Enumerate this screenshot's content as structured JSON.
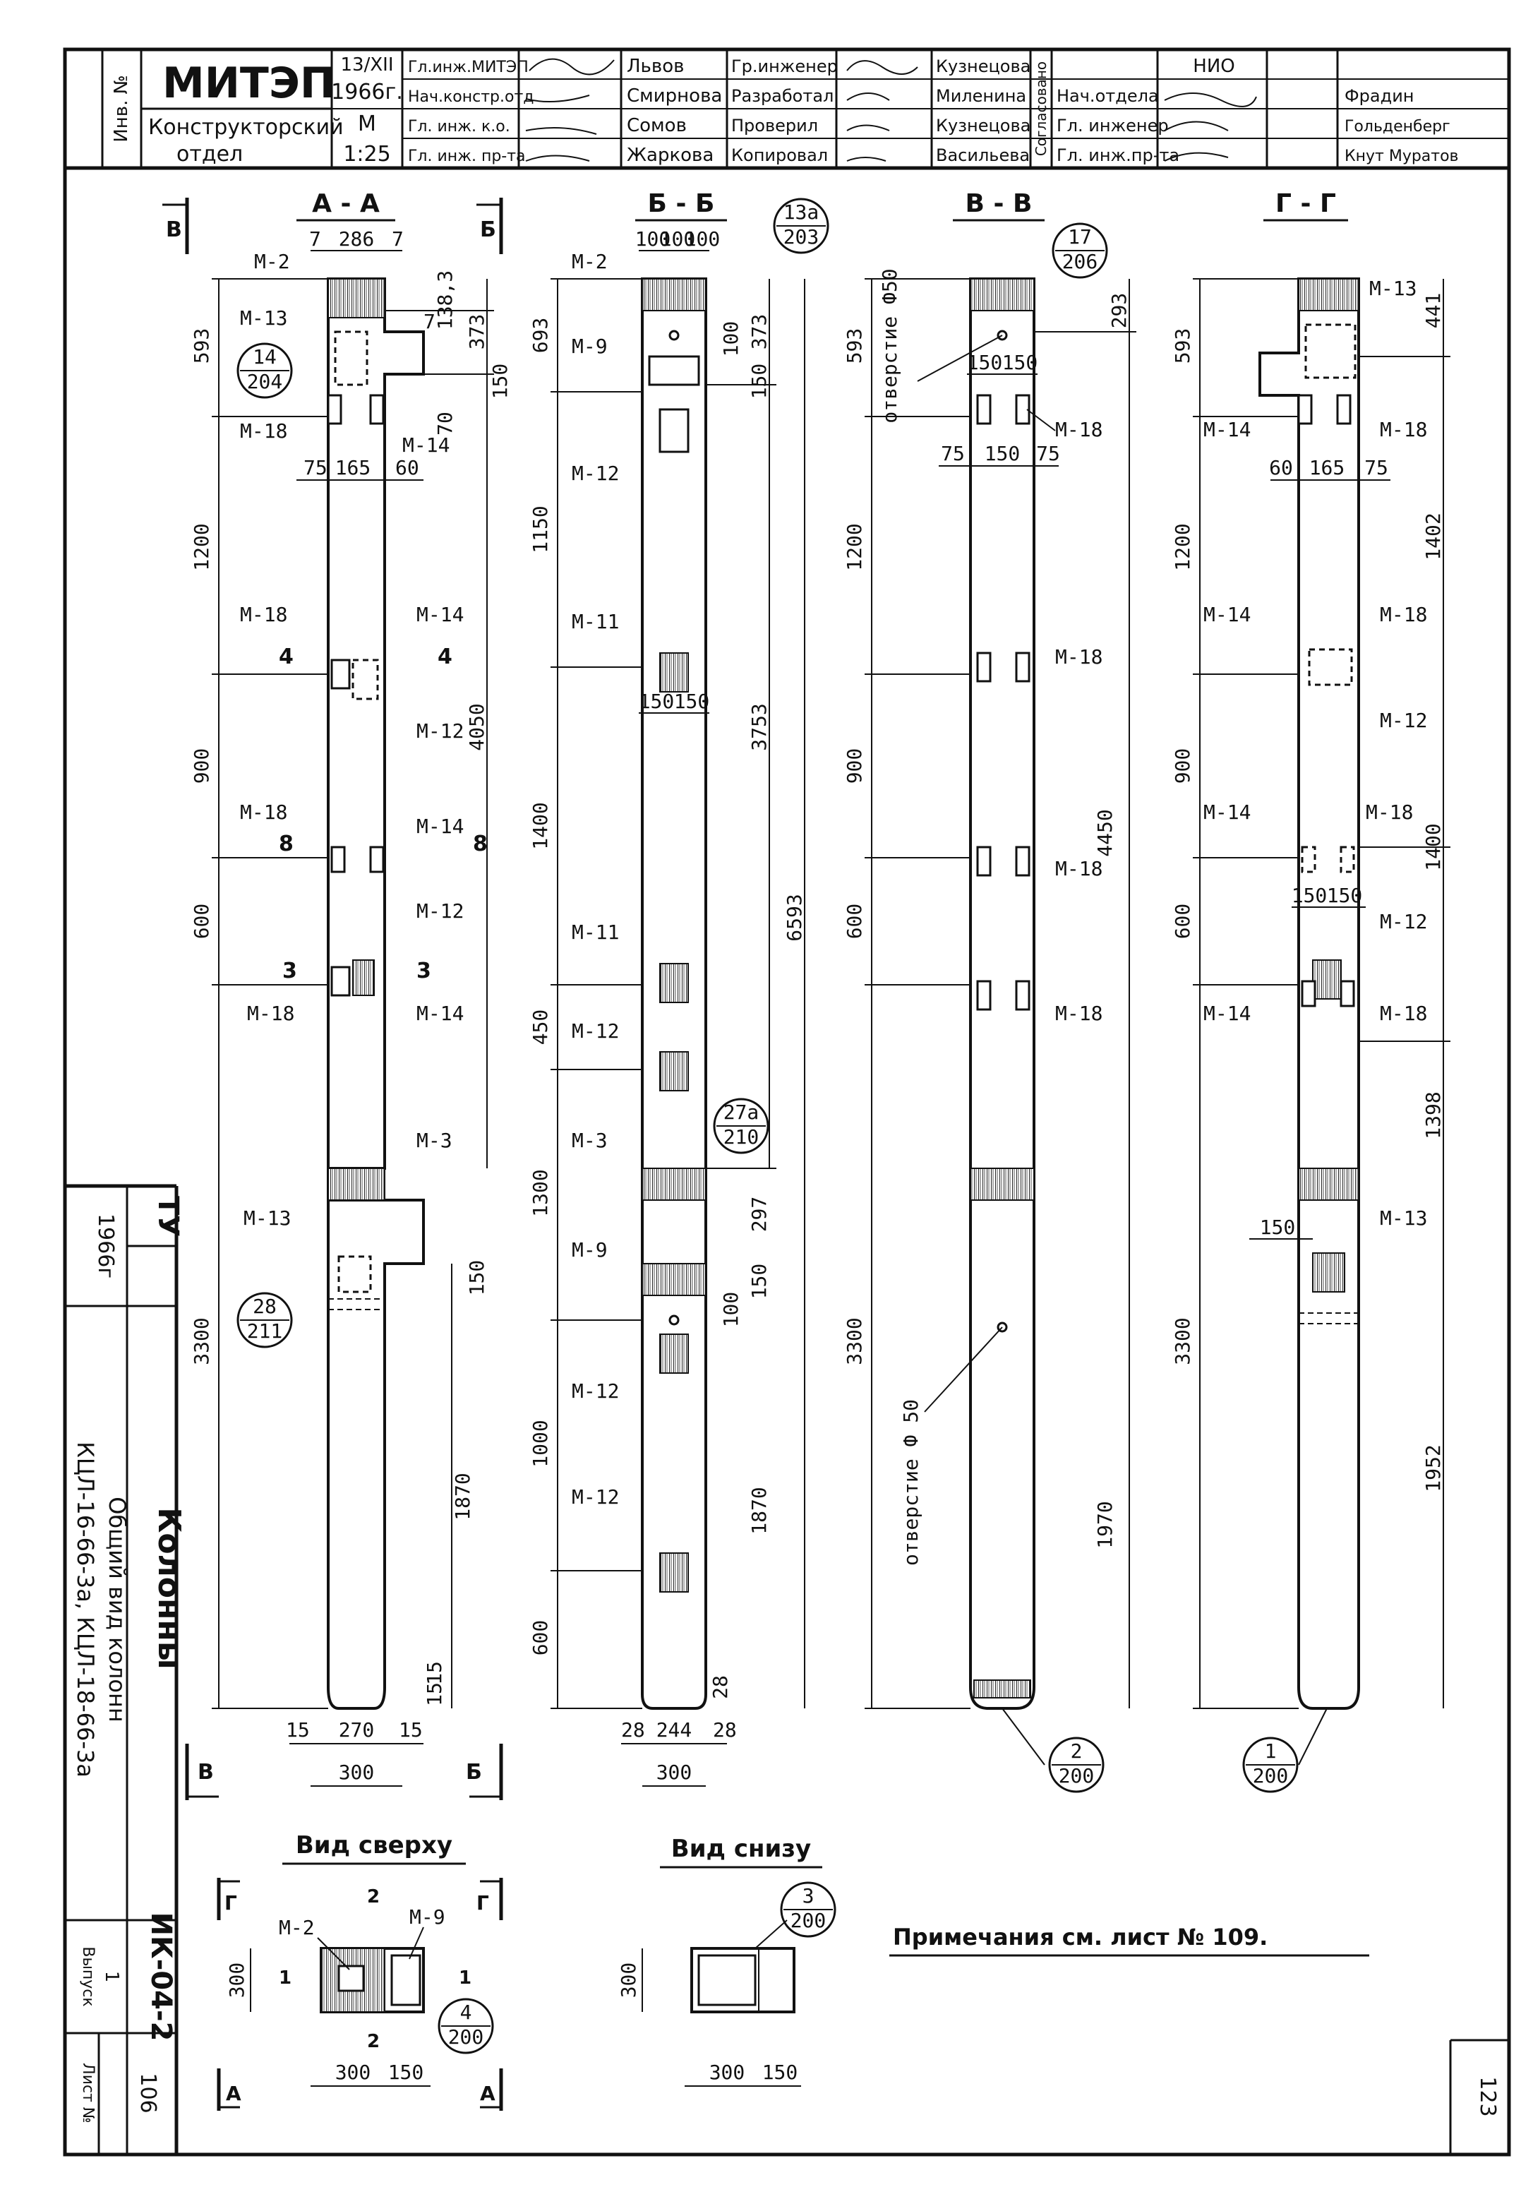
{
  "title_block": {
    "sheet_label": "Инв. №",
    "org": "МИТЭП",
    "dept_line1": "Конструкторский",
    "dept_line2": "отдел",
    "date_top": "13/XII",
    "year": "1966г.",
    "scale_label": "М",
    "scale": "1:25",
    "roles_left": [
      "Гл.инж.МИТЭП",
      "Нач.констр.отд",
      "Гл. инж. к.о.",
      "Гл. инж. пр-та"
    ],
    "names_mid": [
      "Львов",
      "Смирнова",
      "Сомов",
      "Жаркова"
    ],
    "roles_mid": [
      "Гр.инженер",
      "Разработал",
      "Проверил",
      "Копировал"
    ],
    "names_right": [
      "Кузнецова",
      "Миленина",
      "Кузнецова",
      "Васильева"
    ],
    "approval_label": "Согласовано",
    "roles_right": [
      "Нач.отдела",
      "Гл. инженер",
      "Гл. инж.пр-та"
    ],
    "org_right": "НИО",
    "names_far": [
      "Фрадин",
      "Гольденберг",
      "Кнут Муратов"
    ]
  },
  "side_block": {
    "code": "ИК-04-2",
    "title": "Колонны",
    "subtitle1": "Общий вид колонн",
    "subtitle2": "КЦЛ-16-66-3а, КЦЛ-18-66-3а",
    "year": "1966г",
    "series": "ТУ",
    "issue_label": "Выпуск",
    "issue": "1",
    "sheet_label": "Лист №",
    "sheet": "106"
  },
  "sections": {
    "aa": "А - А",
    "bb": "Б - Б",
    "vv": "В - В",
    "gg": "Г - Г",
    "arrow_v": "В",
    "arrow_b": "Б",
    "top_view": "Вид сверху",
    "bottom_view": "Вид снизу",
    "cut_4": "4",
    "cut_8": "8",
    "cut_3": "3",
    "cut_1": "1",
    "cut_2": "2",
    "cut_g": "Г",
    "cut_a": "А"
  },
  "marks": {
    "m2": "М-2",
    "m3": "М-3",
    "m9": "М-9",
    "m11": "М-11",
    "m12": "М-12",
    "m13": "М-13",
    "m14": "М-14",
    "m18": "М-18"
  },
  "callouts": {
    "c14_top": "14",
    "c14_bot": "204",
    "c13a_top": "13а",
    "c13a_bot": "203",
    "c17_top": "17",
    "c17_bot": "206",
    "c27a_top": "27а",
    "c27a_bot": "210",
    "c28_top": "28",
    "c28_bot": "211",
    "c2_top": "2",
    "c2_bot": "200",
    "c1_top": "1",
    "c1_bot": "200",
    "c3_top": "3",
    "c3_bot": "200",
    "c4_top": "4",
    "c4_bot": "200"
  },
  "dims_aa": {
    "top": [
      "7",
      "286",
      "7"
    ],
    "d593": "593",
    "d1200": "1200",
    "d900": "900",
    "d600": "600",
    "d3300": "3300",
    "d373": "373",
    "d138": "138,3",
    "d7": "7",
    "d150a": "150",
    "d70": "70",
    "d4050": "4050",
    "d150b": "150",
    "d1870": "1870",
    "d15a": "15",
    "d15b": "15",
    "b75": "75",
    "b165": "165",
    "b60": "60",
    "w15a": "15",
    "w270": "270",
    "w15b": "15",
    "w300": "300"
  },
  "dims_bb": {
    "top": [
      "100",
      "100",
      "100"
    ],
    "d693": "693",
    "d1150": "1150",
    "d1400": "1400",
    "d450": "450",
    "d1300": "1300",
    "d1000": "1000",
    "d600": "600",
    "d373": "373",
    "d100a": "100",
    "d150a": "150",
    "d3753": "3753",
    "d6593": "6593",
    "d297": "297",
    "d100b": "100",
    "d150b": "150",
    "d1870": "1870",
    "d150c": "150",
    "d150d": "150",
    "d28": "28",
    "w28a": "28",
    "w244": "244",
    "w28b": "28",
    "w300": "300"
  },
  "dims_vv": {
    "d593": "593",
    "d1200": "1200",
    "d900": "900",
    "d600": "600",
    "d3300": "3300",
    "d293": "293",
    "d4450": "4450",
    "d1970": "1970",
    "hole": "отверстие Ф50",
    "hole2": "отверстие Ф 50",
    "h150a": "150",
    "h150b": "150",
    "b75a": "75",
    "b150": "150",
    "b75b": "75"
  },
  "dims_gg": {
    "d593": "593",
    "d1200": "1200",
    "d900": "900",
    "d600": "600",
    "d3300": "3300",
    "d441": "441",
    "d1402": "1402",
    "d1400": "1400",
    "d1398": "1398",
    "d1952": "1952",
    "b60": "60",
    "b165": "165",
    "b75": "75",
    "c150a": "150",
    "c150b": "150",
    "c150c": "150"
  },
  "top_view_dims": {
    "d300v": "300",
    "d300h": "300",
    "d150": "150"
  },
  "bottom_view_dims": {
    "d300v": "300",
    "d300h": "300",
    "d150": "150"
  },
  "notes": "Примечания см. лист № 109.",
  "page_number": "123"
}
